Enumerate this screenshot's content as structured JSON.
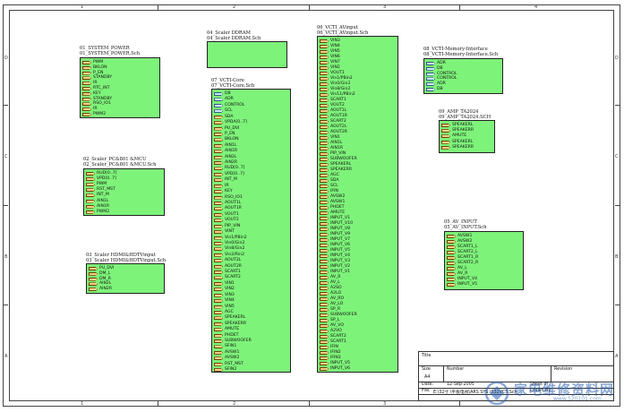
{
  "rulers": {
    "columns": [
      "1",
      "2",
      "3",
      "4"
    ],
    "rows": [
      "D",
      "C",
      "B",
      "A"
    ]
  },
  "sheets": [
    {
      "key": "system-power",
      "name": "01_SYSTEM_POWER",
      "file": "01_SYSTEM_POWER.Sch",
      "ports": [
        "PWM",
        "BKLON",
        "P_EN",
        "STANDBY",
        "IR",
        "RTC_INT",
        "KEY",
        "STANDBY",
        "RSO_IO1",
        "IR",
        "PWM2"
      ]
    },
    {
      "key": "scaler-pc",
      "name": "02_Scaler_PC&801 &MCU",
      "file": "02_Scaler_PC&801 &MCU.Sch",
      "ports": [
        "RUD[0..7]",
        "VPD[0..7]",
        "PWM",
        "RST_MST",
        "INT_M",
        "AIN1L",
        "AIN1R",
        "PWM2"
      ]
    },
    {
      "key": "scaler-hdmi",
      "name": "03_Scaler HDMI&HDTVinput",
      "file": "03_Scaler HDMI&HDTVinput.Sch",
      "ports": [
        "PU_DVI",
        "DM_L",
        "DM_R",
        "AIN2L",
        "AIN2R"
      ]
    },
    {
      "key": "scaler-ddram",
      "name": "04_Scaler DDRAM",
      "file": "04_Scaler DDRAM.Sch",
      "ports": []
    },
    {
      "key": "vcti-core",
      "name": "07_VCTI-Core",
      "file": "07_VCTI-Core.Sch",
      "ports": [
        "DB",
        "ADR",
        "CONTROL",
        "SCL",
        "SDA",
        "VPDA[0..7]",
        "PU_DVI",
        "P_EN",
        "BKLON",
        "AIN1L",
        "AIN1R",
        "AIN2L",
        "AIN2R",
        "RUD[0..7]",
        "VPD[0..7]",
        "INT_M",
        "IR",
        "KEY",
        "RSO_IO1",
        "AOUT1L",
        "AOUT1R",
        "VOUT1",
        "VOUT2",
        "PIP_VIN",
        "VINT",
        "Vin1/PBin2",
        "Vin0/Gin2",
        "Vin8/Gin2",
        "Vin2/Rin2",
        "AOUT2L",
        "AOUT2R",
        "SCART1",
        "SCART2",
        "VIN1",
        "VIN2",
        "VIN3",
        "VIN4",
        "VIN5",
        "AGC",
        "SPEAKERL",
        "SPEAKERR",
        "AMUTE",
        "PHDET",
        "SUBWOOFER",
        "SFIN1",
        "AVSW1",
        "AVSW2",
        "RST_MST",
        "SFIN2"
      ]
    },
    {
      "key": "vcti-avinput",
      "name": "06_VCTI_AVinput",
      "file": "06_VCTI_AVinput.Sch",
      "ports": [
        "VIN3",
        "VIN4",
        "VIN5",
        "VIN6",
        "VIN7",
        "VIN2",
        "VOUT1",
        "Vin1/PBin2",
        "Vin0/Gin2",
        "Vin8/Gin2",
        "Vin11/PBin2",
        "SCART1",
        "VOUT2",
        "AOUT1L",
        "AOUT1R",
        "SCART2",
        "AOUT2L",
        "AOUT2R",
        "VIN1",
        "AIN1L",
        "AIN1R",
        "PIP_VIN",
        "SUBWOOFER",
        "SPEAKERL",
        "SPEAKERR",
        "AGC",
        "SDA",
        "SCL",
        "IFIN",
        "AVSW2",
        "AVSW1",
        "PHDET",
        "AMUTE",
        "INPUT_V1",
        "INPUT_V10",
        "INPUT_V8",
        "INPUT_V9",
        "INPUT_V7",
        "INPUT_V6",
        "INPUT_V5",
        "INPUT_V4",
        "INPUT_V3",
        "INPUT_V2",
        "INPUT_V1",
        "AV_R",
        "AV_L",
        "A2SO",
        "A2LO",
        "AV_RO",
        "AV_LO",
        "SP_R",
        "SUBWOOFER",
        "SP_L",
        "AV_VO",
        "A2VO",
        "SCART2",
        "SCART1",
        "IFIN",
        "IFIN2",
        "IFIN3",
        "INPUT_V5",
        "INPUT_V6"
      ]
    },
    {
      "key": "vcti-memory",
      "name": "08_VCTI-Memory-Interface",
      "file": "08_VCTI-Memory-Interface.Sch",
      "ports": [
        "ADR",
        "DB",
        "CONTROL",
        "CONTROL",
        "ADR",
        "DB"
      ]
    },
    {
      "key": "amp",
      "name": "09_AMP_TA2024",
      "file": "09_AMP_TA2024.SCH",
      "ports": [
        "SPEAKERL",
        "SPEAKERR",
        "AMUTE",
        "SPEAKERL",
        "SPEAKERR"
      ]
    },
    {
      "key": "av-input",
      "name": "05_AV_INPUT",
      "file": "05_AV_INPUT.Sch",
      "ports": [
        "AVSW1",
        "AVSW2",
        "SCART1_L",
        "SCART2_L",
        "SCART1_R",
        "SCART2_R",
        "AV_L",
        "AV_R",
        "INPUT_V4",
        "INPUT_V5"
      ]
    }
  ],
  "titleblock": {
    "title_label": "Title",
    "size_label": "Size",
    "size_value": "A4",
    "number_label": "Number",
    "revision_label": "Revision",
    "date_label": "Date:",
    "date_value": "12-Sep-2005",
    "sheet_label": "Sheet of",
    "file_label": "File:",
    "file_value": "E:\\32寸 \\平板电视\\ARS SYS.\\S32VC5.Sch",
    "drawn_label": "Drawn By:"
  },
  "watermark": {
    "text": "家电维修资料网",
    "url": "www.520101.com"
  }
}
